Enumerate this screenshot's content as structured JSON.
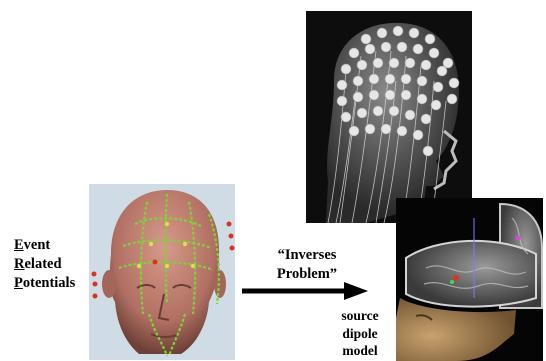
{
  "labels": {
    "erp_line1_first": "E",
    "erp_line1_rest": "vent",
    "erp_line2_first": "R",
    "erp_line2_rest": "elated",
    "erp_line3_first": "P",
    "erp_line3_rest": "otentials",
    "inverse_line1": "“Inverses",
    "inverse_line2": "Problem”",
    "source_line1": "source",
    "source_line2": "dipole",
    "source_line3": "model"
  },
  "images": {
    "electrode_net": "photo of head wearing geodesic EEG sensor net",
    "scalp_head": "3D head model with scalp electrode positions",
    "mri_dipole": "MRI cutaway head with source dipole"
  },
  "colors": {
    "text": "#000000",
    "arrow": "#000000",
    "electrode_green": "#7fd13b",
    "electrode_red": "#d9341f"
  }
}
